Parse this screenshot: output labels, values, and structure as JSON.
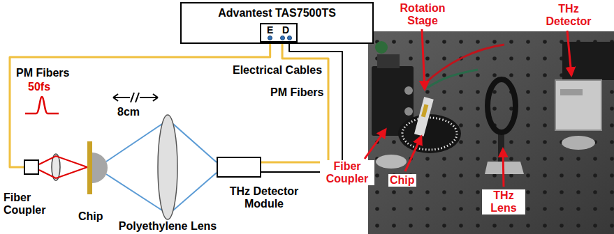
{
  "diagram": {
    "nodes": [
      {
        "text": [
          "Advantest TAS7500TS"
        ]
      },
      {
        "text": [
          "E",
          "D"
        ],
        "in": 0
      },
      {
        "text": [
          "Fiber Coupler"
        ]
      },
      {
        "text": [
          "Chip"
        ]
      },
      {
        "text": [
          "Polyethylene Lens"
        ]
      },
      {
        "text": [
          "THz Detector Module"
        ]
      }
    ],
    "edges": [
      {
        "from": 1,
        "to": 2,
        "label": "PM Fibers",
        "arrow": "none"
      },
      {
        "from": 1,
        "to": 5,
        "label": "PM Fibers",
        "arrow": "none"
      },
      {
        "from": 1,
        "to": 5,
        "label": "Electrical Cables",
        "arrow": "none"
      }
    ],
    "labels": [
      "50fs",
      "8cm",
      "Rotation Stage",
      "THz Detector",
      "Fiber Coupler",
      "Chip",
      "THz Lens"
    ]
  }
}
